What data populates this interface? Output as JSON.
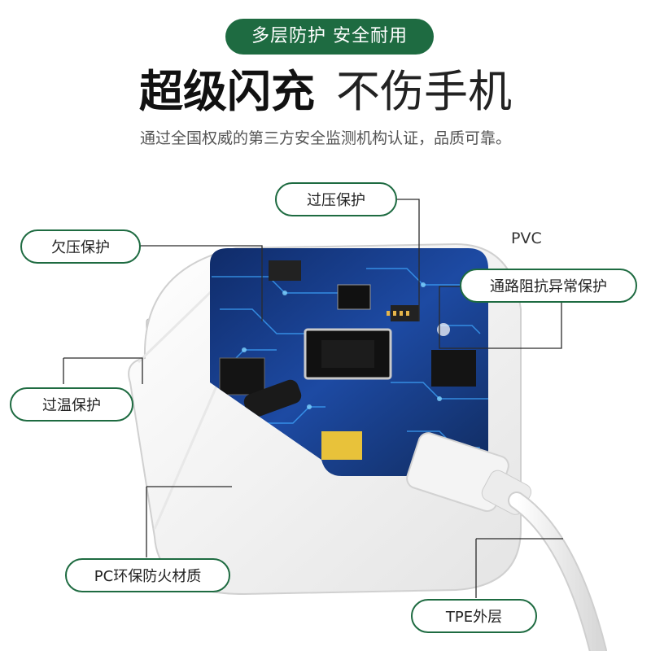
{
  "banner": {
    "tagline": "多层防护 安全耐用"
  },
  "headline": {
    "bold": "超级闪充",
    "light": "不伤手机"
  },
  "subline": "通过全国权威的第三方安全监测机构认证，品质可靠。",
  "callouts": {
    "overvoltage": "过压保护",
    "undervoltage": "欠压保护",
    "short_circuit": "通路阻抗异常保护",
    "overtemp": "过温保护",
    "pc_material": "PC环保防火材质",
    "tpe_layer": "TPE外层"
  },
  "labels": {
    "pvc": "PVC"
  },
  "colors": {
    "accent": "#1e6b41",
    "board": "#1a3f8f",
    "chip": "#161616"
  }
}
